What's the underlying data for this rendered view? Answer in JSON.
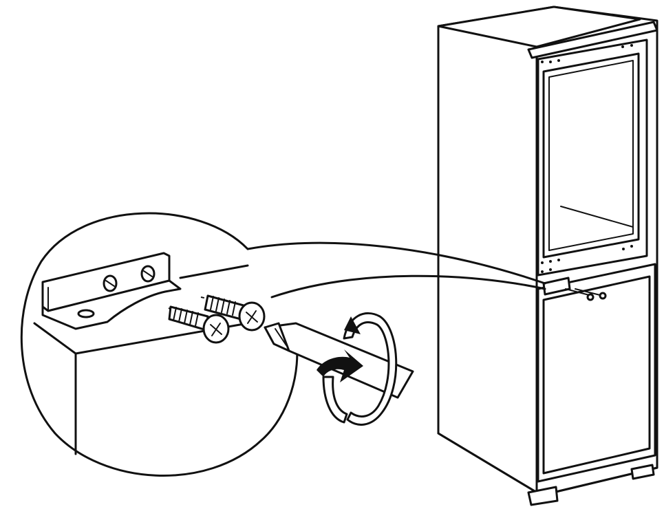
{
  "diagram": {
    "labels": [],
    "colors": {
      "line": "#111111",
      "background": "#ffffff"
    },
    "elements": [
      "cabinet",
      "appliance-upper-door",
      "appliance-lower-door",
      "hinge-bracket",
      "screw",
      "screwdriver",
      "rotation-arrow",
      "detail-magnifier-circle"
    ]
  }
}
